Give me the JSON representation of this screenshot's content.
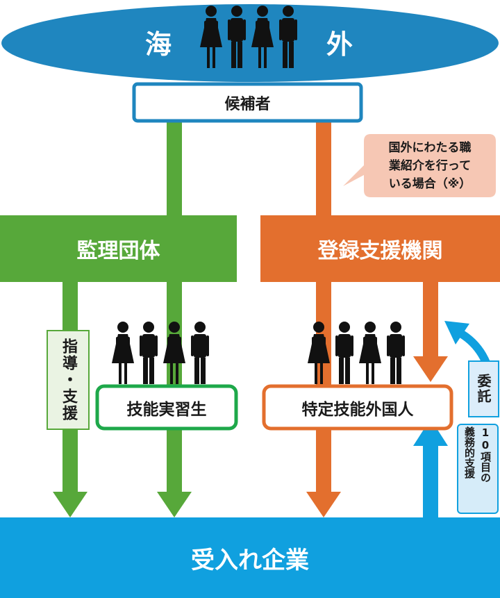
{
  "top": {
    "left_char": "海",
    "right_char": "外"
  },
  "candidate_label": "候補者",
  "callout_lines": [
    "国外にわたる職",
    "業紹介を行って",
    "いる場合（※）"
  ],
  "supervising_org": "監理団体",
  "registered_support_org": "登録支援機関",
  "guidance_label": "指導・支援",
  "technical_intern": "技能実習生",
  "specified_skilled_foreigner": "特定技能外国人",
  "entrust_label": "委託",
  "obligatory_support_col1": "10項目の",
  "obligatory_support_col2": "義務的支援",
  "receiving_company": "受入れ企業",
  "colors": {
    "blue": "#1f86bf",
    "green": "#57a83a",
    "orange": "#e36f2e",
    "cyan": "#10a0df",
    "callout": "#f6c7b4",
    "person": "#111111"
  },
  "icons": [
    "people-group-icon",
    "up-arrow-icon",
    "curved-arrow-icon"
  ]
}
